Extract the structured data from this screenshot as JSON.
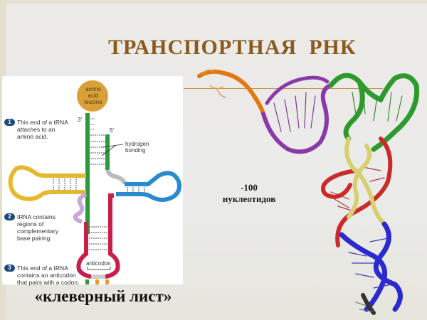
{
  "slide": {
    "title": "ТРАНСПОРТНАЯ  РНК",
    "nucleotide_count": "-100",
    "nucleotide_label": "нуклеотидов",
    "caption": "«клеверный лист»",
    "colors": {
      "title": "#8a5a1e",
      "background": "#ebebea",
      "acceptor_stem": "#2a9a3a",
      "d_arm": "#e6b830",
      "t_arm": "#2a8ad0",
      "anticodon_arm": "#c81e4a",
      "variable_loop": "#c8a8d8",
      "amino_acid": "#d9a03a"
    }
  },
  "diagram": {
    "amino_acid_label": [
      "amino",
      "acid",
      "leucine"
    ],
    "end_3_label": "3'",
    "end_5_label": "5'",
    "hydrogen_label": [
      "hydrogen",
      "bonding"
    ],
    "anticodon_label": "anticodon",
    "notes": [
      {
        "number": "1",
        "lines": [
          "This end of a tRNA",
          "attaches to an",
          "amino acid."
        ]
      },
      {
        "number": "2",
        "lines": [
          "tRNA contains",
          "regions of",
          "complementary",
          "base pairing."
        ]
      },
      {
        "number": "3",
        "lines": [
          "This end of a tRNA",
          "contains an anticodon",
          "that pairs with a codon."
        ]
      }
    ]
  },
  "model_3d": {
    "segments": [
      "orange",
      "purple",
      "green",
      "red",
      "yellow",
      "blue",
      "black"
    ]
  }
}
